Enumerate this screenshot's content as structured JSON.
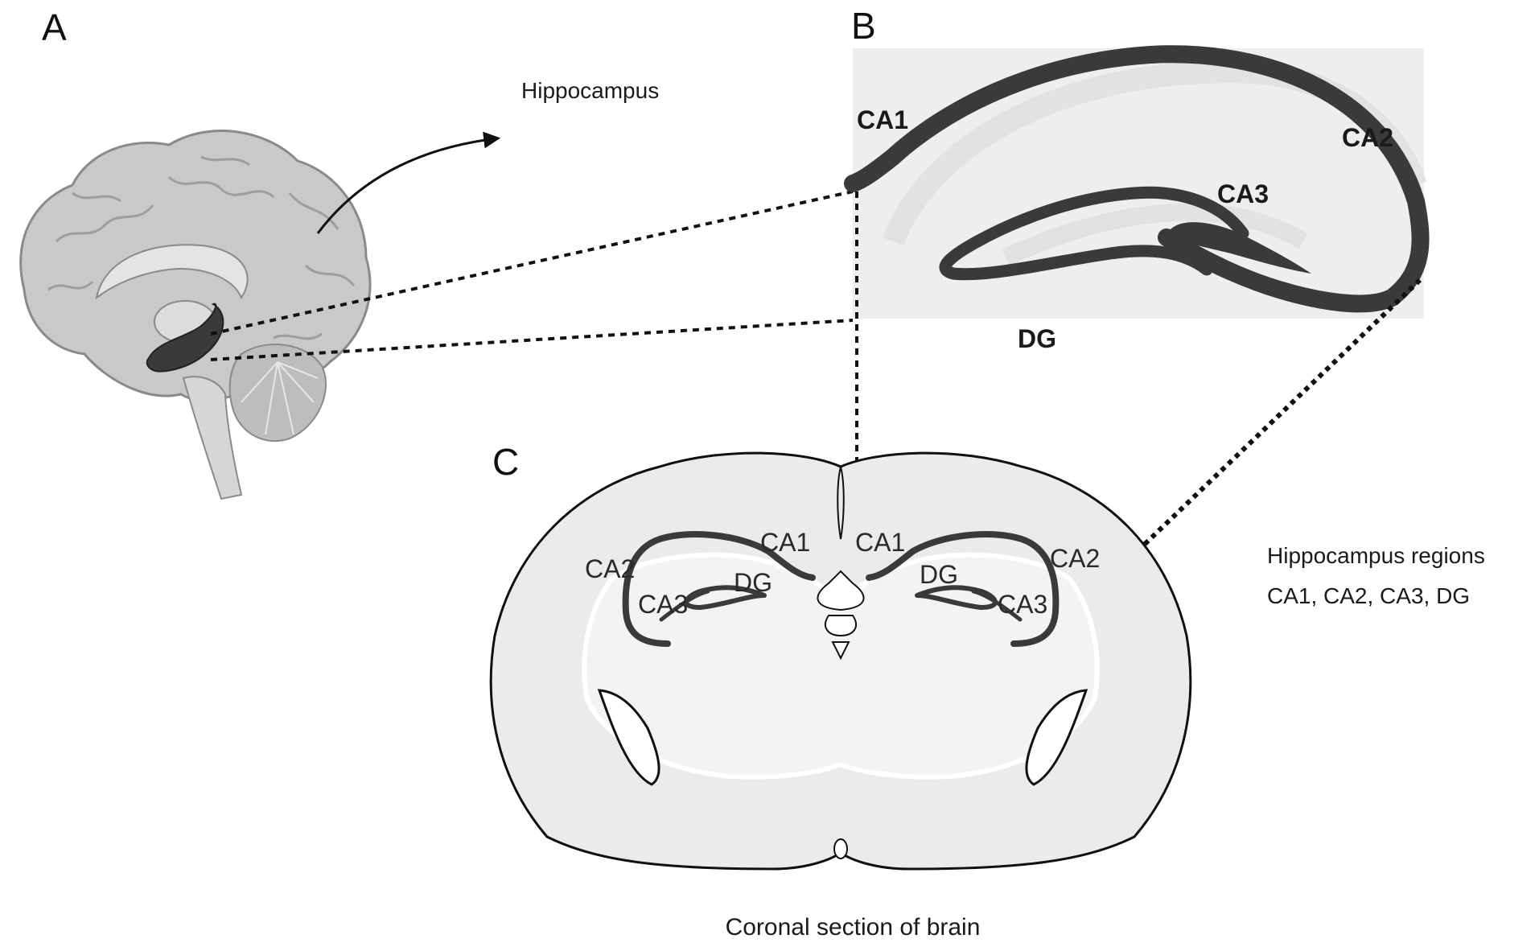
{
  "panels": {
    "a": {
      "letter": "A",
      "label": "Hippocampus"
    },
    "b": {
      "letter": "B",
      "regions": {
        "ca1": "CA1",
        "ca2": "CA2",
        "ca3": "CA3",
        "dg": "DG"
      }
    },
    "c": {
      "letter": "C",
      "caption": "Coronal section of brain",
      "left_regions": {
        "ca1": "CA1",
        "ca2": "CA2",
        "ca3": "CA3",
        "dg": "DG"
      },
      "right_regions": {
        "ca1": "CA1",
        "ca2": "CA2",
        "ca3": "CA3",
        "dg": "DG"
      }
    }
  },
  "legend": {
    "title": "Hippocampus regions",
    "list": "CA1, CA2, CA3, DG"
  },
  "colors": {
    "line": "#111111",
    "tissue": "#e6e6e6",
    "hippocampus": "#3a3a3a",
    "brain": "#cfcfcf"
  }
}
